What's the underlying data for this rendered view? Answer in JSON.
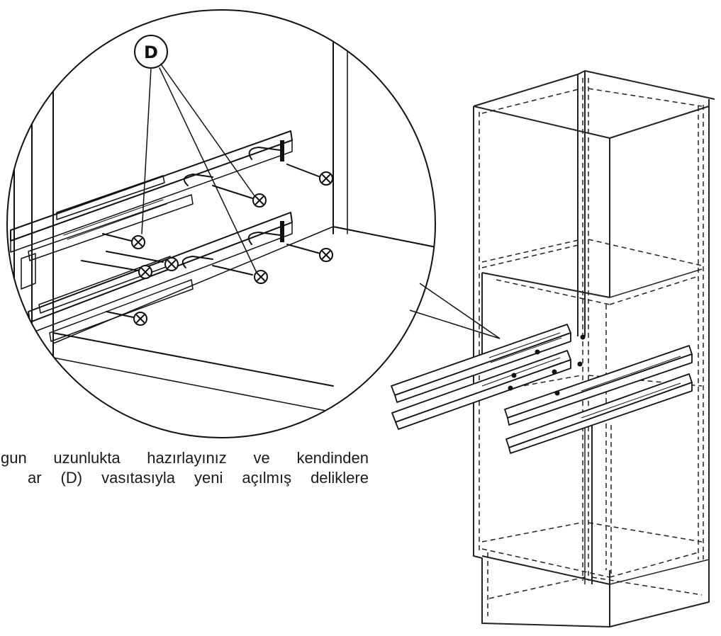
{
  "part_label": "D",
  "instruction": {
    "line1": "gun uzunlukta hazırlayınız ve kendinden",
    "line2": "ar (D) vasıtasıyla yeni açılmış deliklere"
  },
  "colors": {
    "ink": "#111111",
    "background": "#ffffff"
  }
}
